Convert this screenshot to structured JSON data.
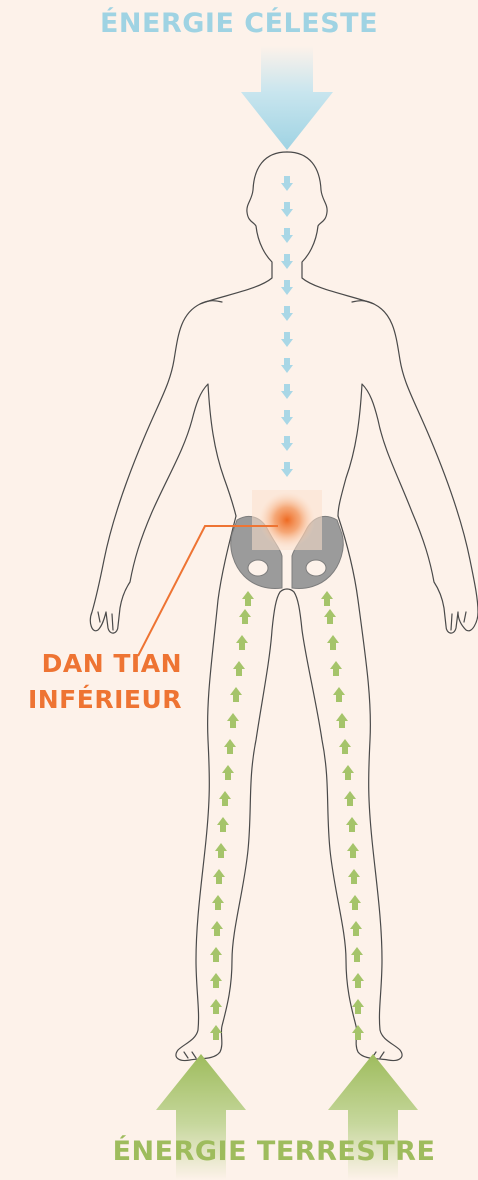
{
  "labels": {
    "celestial": "ÉNERGIE CÉLESTE",
    "terrestrial": "ÉNERGIE TERRESTRE",
    "dan_tian_line1": "DAN TIAN",
    "dan_tian_line2": "INFÉRIEUR"
  },
  "colors": {
    "background": "#fdf2ea",
    "celestial": "#9fd3e3",
    "terrestrial": "#9ebc5d",
    "dan_tian": "#ee7433",
    "outline": "#4a4a4a",
    "pelvis": "#9b9b9b"
  }
}
